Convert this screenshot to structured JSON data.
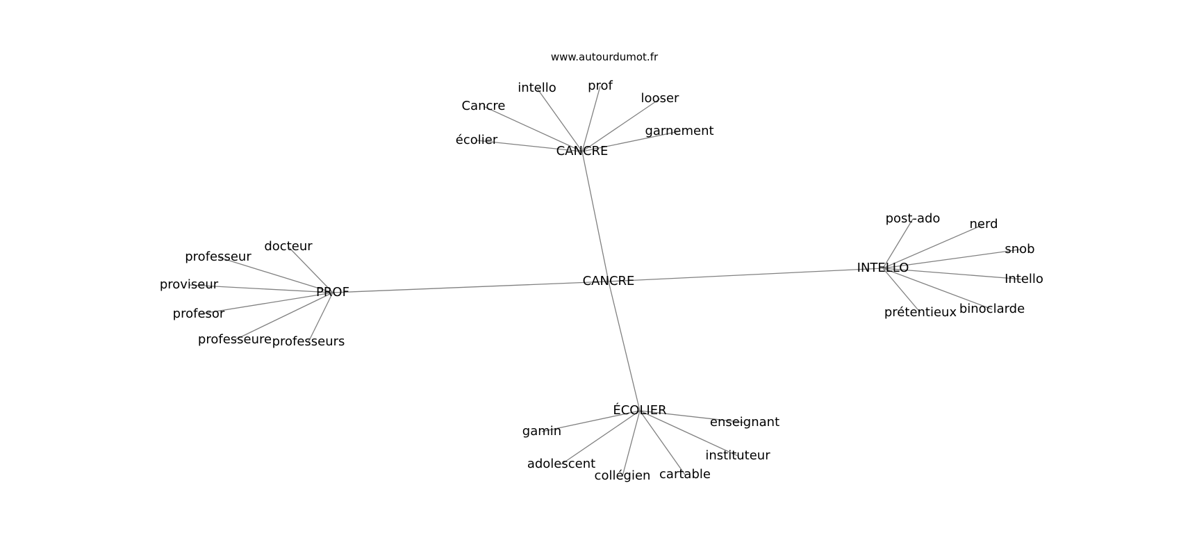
{
  "source": "www.autourdumot.fr",
  "graph": {
    "root": "CANCRE",
    "clusters": [
      {
        "hub": "CANCRE",
        "leaves": [
          "intello",
          "prof",
          "looser",
          "Cancre",
          "garnement",
          "écolier"
        ]
      },
      {
        "hub": "PROF",
        "leaves": [
          "docteur",
          "professeur",
          "proviseur",
          "profesor",
          "professeure",
          "professeurs"
        ]
      },
      {
        "hub": "INTELLO",
        "leaves": [
          "post-ado",
          "nerd",
          "snob",
          "Intello",
          "prétentieux",
          "binoclarde"
        ]
      },
      {
        "hub": "ÉCOLIER",
        "leaves": [
          "gamin",
          "enseignant",
          "adolescent",
          "instituteur",
          "collégien",
          "cartable"
        ]
      }
    ]
  },
  "colors": {
    "edge": "#808080",
    "text": "#000000",
    "background": "#ffffff"
  }
}
